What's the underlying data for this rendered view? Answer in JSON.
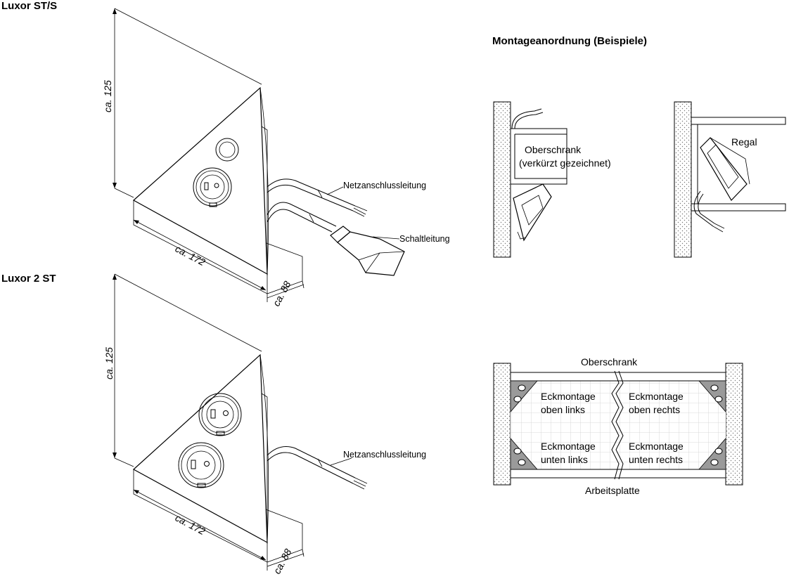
{
  "products": {
    "luxor_sts": {
      "title": "Luxor ST/S",
      "dim_height": "ca. 125",
      "dim_width": "ca. 172",
      "dim_depth": "ca. 88",
      "cable_power": "Netzanschlussleitung",
      "cable_switch": "Schaltleitung"
    },
    "luxor_2st": {
      "title": "Luxor 2 ST",
      "dim_height": "ca. 125",
      "dim_width": "ca. 172",
      "dim_depth": "ca. 88",
      "cable_power": "Netzanschlussleitung"
    }
  },
  "mounting": {
    "title": "Montageanordnung (Beispiele)",
    "example_upper_cabinet": {
      "label": "Oberschrank",
      "note": "(verkürzt gezeichnet)"
    },
    "example_shelf": {
      "label": "Regal"
    },
    "corner_diagram": {
      "top_label": "Oberschrank",
      "bottom_label": "Arbeitsplatte",
      "top_left": [
        "Eckmontage",
        "oben links"
      ],
      "top_right": [
        "Eckmontage",
        "oben rechts"
      ],
      "bottom_left": [
        "Eckmontage",
        "unten links"
      ],
      "bottom_right": [
        "Eckmontage",
        "unten rechts"
      ]
    }
  }
}
